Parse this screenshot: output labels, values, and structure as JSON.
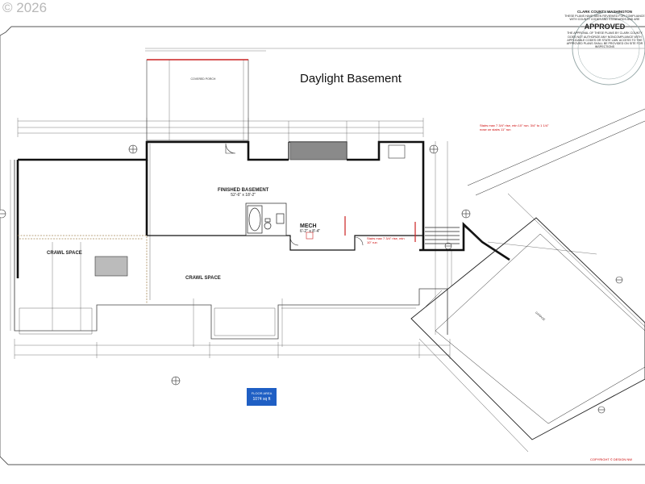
{
  "watermark": "© 2026",
  "title": "Daylight Basement",
  "approval_stamp": {
    "county": "CLARK COUNTY WASHINGTON",
    "header": "CLARK COUNTY WASHINGTON",
    "body": "THESE PLANS HAVE BEEN REVIEWED FOR COMPLIANCE WITH COUNTY CODES AND STANDARDS AND ARE",
    "status": "APPROVED",
    "footer": "THE APPROVAL OF THESE PLANS BY CLARK COUNTY DOES NOT AUTHORIZE ANY NONCOMPLIANCE WITH APPLICABLE CODES OR STATE LAW. ACCESS TO THE APPROVED PLANS SHALL BE PROVIDED ON SITE FOR INSPECTIONS"
  },
  "rooms": {
    "finished_basement": "FINISHED BASEMENT",
    "finished_basement_size": "52'-6\" x 18'-2\"",
    "crawl_space_left": "CRAWL SPACE",
    "crawl_space_center": "CRAWL SPACE",
    "mech": "MECH",
    "mech_size": "6'-2\" x 8'-4\"",
    "covered_porch": "COVERED PORCH",
    "garage": "GARAGE"
  },
  "notes": {
    "stairs": "Stairs max 7 3/4\" rise, min 10\" run. 3/4\" to 1 1/4\" nose on stairs 11\" run",
    "stairs_lower": "Stairs max 7 3/4\" rise, min 10\" run"
  },
  "floor_area": {
    "label": "FLOOR AREA",
    "value": "1074 sq ft"
  },
  "copyright": "COPYRIGHT © DESIGN NW"
}
